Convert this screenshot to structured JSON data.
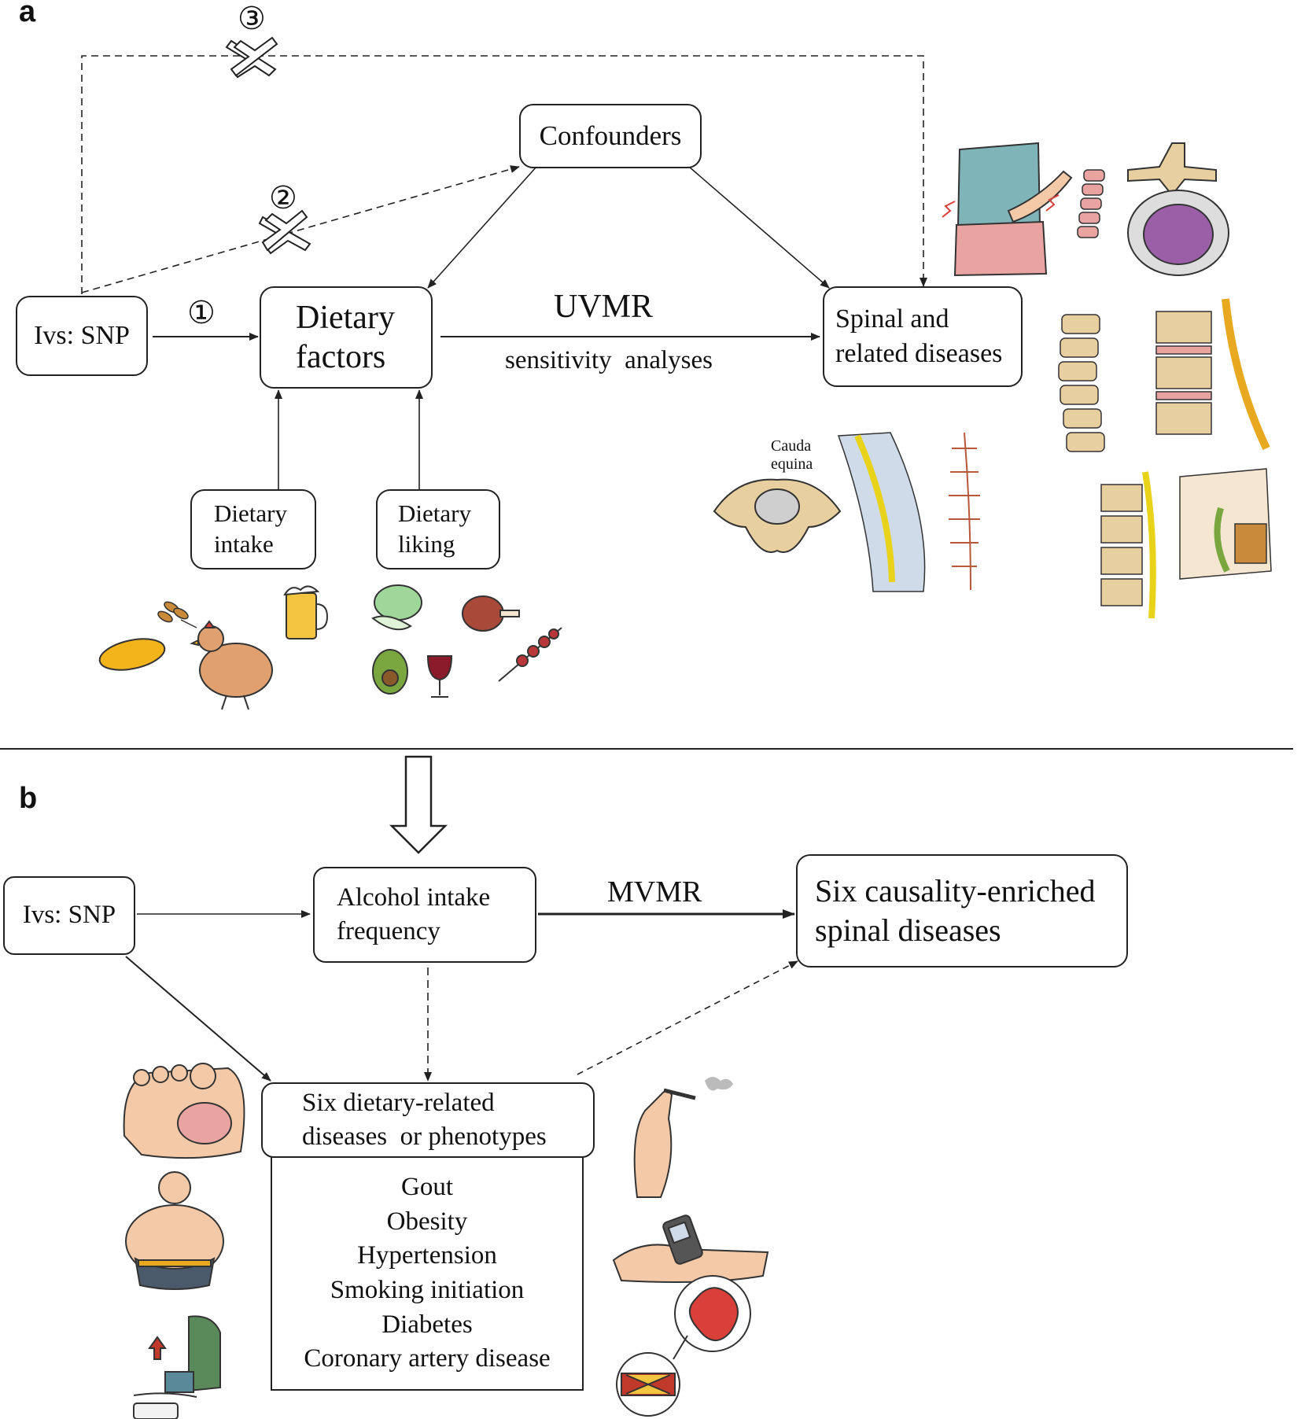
{
  "panel_a": {
    "letter": "a",
    "markers": {
      "one": "①",
      "two": "②",
      "three": "③"
    },
    "ivs_snp": "Ivs: SNP",
    "confounders": "Confounders",
    "dietary_factors": [
      "Dietary",
      "factors"
    ],
    "uvmr": "UVMR",
    "sensitivity": "sensitivity  analyses",
    "spinal_box": [
      "Spinal and",
      "related diseases"
    ],
    "dietary_intake": [
      "Dietary",
      "intake"
    ],
    "dietary_liking": [
      "Dietary",
      "liking"
    ],
    "cauda_equina": [
      "Cauda",
      "equina"
    ]
  },
  "panel_b": {
    "letter": "b",
    "ivs_snp": "Ivs: SNP",
    "alcohol": [
      "Alcohol intake",
      "frequency"
    ],
    "mvmr": "MVMR",
    "six_spinal": [
      "Six causality-enriched",
      "spinal diseases"
    ],
    "six_dietary": [
      "Six dietary-related",
      "diseases  or phenotypes"
    ],
    "phenotypes": [
      "Gout",
      "Obesity",
      "Hypertension",
      "Smoking initiation",
      "Diabetes",
      "Coronary artery disease"
    ]
  },
  "colors": {
    "line": "#222222",
    "skin": "#f3c9a8",
    "bone": "#e8cfa0",
    "spinal_cord": "#e8d21a",
    "disc_purple": "#9b5fa8",
    "pink": "#e9a3a0",
    "red_alert": "#d9403a",
    "chicken": "#e0a070",
    "mango": "#f2b31b",
    "beer": "#f2c440",
    "green_veg": "#9fd69a",
    "avocado": "#7aa640",
    "wine": "#8b1a2b",
    "meat": "#a8493a"
  }
}
